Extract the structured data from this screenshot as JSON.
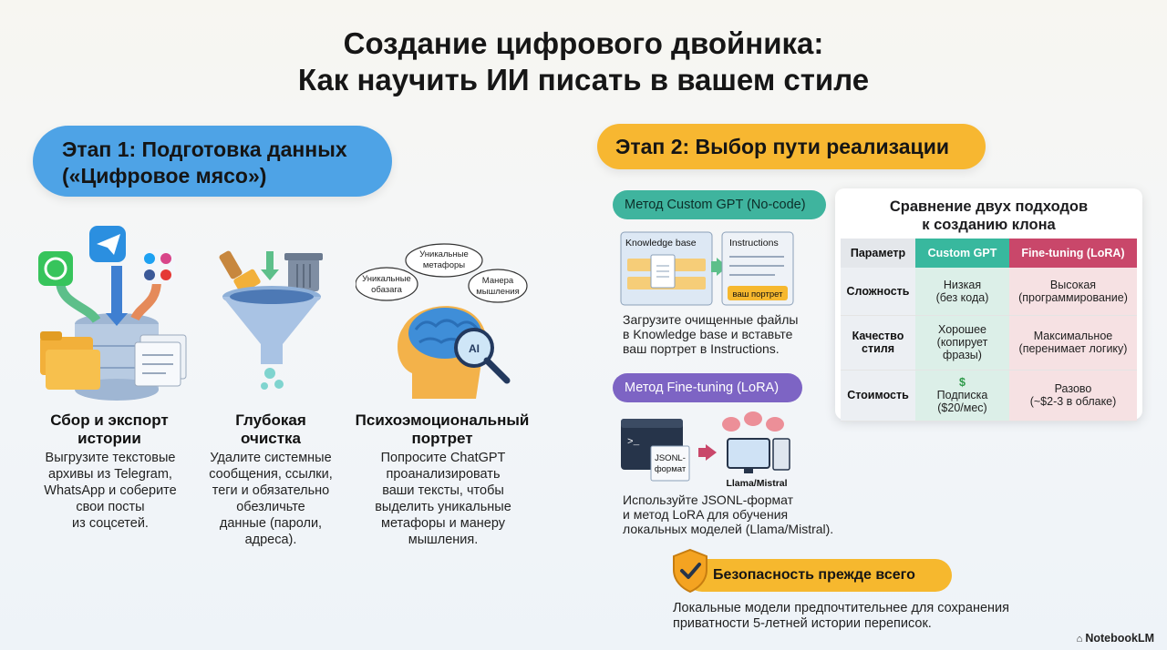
{
  "title": {
    "line1": "Создание цифрового двойника:",
    "line2": "Как научить ИИ писать в вашем стиле"
  },
  "stage1": {
    "label_line1": "Этап 1: Подготовка данных",
    "label_line2": "(«Цифровое мясо»)",
    "color": "#4ea3e6",
    "columns": [
      {
        "heading": [
          "Сбор и экспорт",
          "истории"
        ],
        "text": [
          "Выгрузите текстовые",
          "архивы из Telegram,",
          "WhatsApp и соберите",
          "свои посты",
          "из соцсетей."
        ],
        "icon": "data-export-illustration-icon"
      },
      {
        "heading": [
          "Глубокая",
          "очистка"
        ],
        "text": [
          "Удалите системные",
          "сообщения, ссылки,",
          "теги и обязательно",
          "обезличьте",
          "данные (пароли,",
          "адреса)."
        ],
        "icon": "funnel-cleaning-icon"
      },
      {
        "heading": [
          "Психоэмоциональный",
          "портрет"
        ],
        "text": [
          "Попросите ChatGPT",
          "проанализировать",
          "ваши тексты, чтобы",
          "выделить уникальные",
          "метафоры и манеру",
          "мышления."
        ],
        "icon": "ai-head-icon",
        "bubbles": [
          [
            "Уникальные",
            "метафоры"
          ],
          [
            "Уникальные",
            "обазага"
          ],
          [
            "Манера",
            "мышления"
          ]
        ],
        "ai_badge": "AI"
      }
    ]
  },
  "stage2": {
    "label": "Этап 2: Выбор пути реализации",
    "color": "#f7b731",
    "method_gpt": {
      "label": "Метод Custom GPT (No-code)",
      "box1": "Knowledge base",
      "box2": "Instructions",
      "chip": "ваш портрет",
      "description": [
        "Загрузите очищенные файлы",
        "в Knowledge base и вставьте",
        "ваш портрет в Instructions."
      ]
    },
    "method_ft": {
      "label": "Метод Fine-tuning (LoRA)",
      "terminal": ">_",
      "file": [
        "JSONL-",
        "формат"
      ],
      "model": "Llama/Mistral",
      "description": [
        "Используйте JSONL-формат",
        "и метод LoRA для обучения",
        "локальных моделей (Llama/Mistral)."
      ]
    },
    "comparison": {
      "title_line1": "Сравнение двух подходов",
      "title_line2": "к созданию клона",
      "headers": [
        "Параметр",
        "Custom GPT",
        "Fine-tuning (LoRA)"
      ],
      "rows": [
        {
          "param": [
            "Сложность"
          ],
          "gpt": [
            "Низкая",
            "(без кода)"
          ],
          "ft": [
            "Высокая",
            "(программирование)"
          ]
        },
        {
          "param": [
            "Качество",
            "стиля"
          ],
          "gpt": [
            "Хорошее",
            "(копирует",
            "фразы)"
          ],
          "ft": [
            "Максимальное",
            "(перенимает логику)"
          ]
        },
        {
          "param": [
            "Стоимость"
          ],
          "gpt": [
            "$",
            "Подписка",
            "($20/мес)"
          ],
          "ft": [
            "Разово",
            "(~$2-3 в облаке)"
          ]
        }
      ],
      "colors": {
        "gpt": "#38b89e",
        "ft": "#c9476a"
      }
    }
  },
  "security": {
    "label": "Безопасность прежде всего",
    "text": [
      "Локальные модели предпочтительнее для сохранения",
      "приватности 5-летней истории переписок."
    ],
    "icon": "shield-check-icon"
  },
  "brand": "NotebookLM"
}
